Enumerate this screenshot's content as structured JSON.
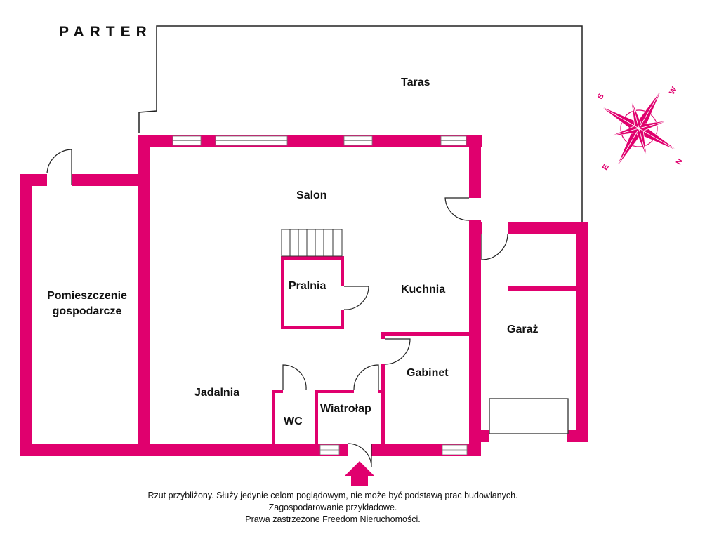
{
  "heading": "PARTER",
  "rooms": {
    "taras": "Taras",
    "salon": "Salon",
    "pralnia": "Pralnia",
    "kuchnia": "Kuchnia",
    "pomieszczenie_line1": "Pomieszczenie",
    "pomieszczenie_line2": "gospodarcze",
    "garaz": "Garaż",
    "gabinet": "Gabinet",
    "jadalnia": "Jadalnia",
    "wc": "WC",
    "wiatrolap": "Wiatrołap"
  },
  "compass": {
    "n": "N",
    "s": "S",
    "e": "E",
    "w": "W"
  },
  "disclaimer": [
    "Rzut przybliżony. Służy jedynie celom poglądowym, nie może być podstawą prac budowlanych.",
    "Zagospodarowanie przykładowe.",
    "Prawa zastrzeżone Freedom Nieruchomości."
  ],
  "colors": {
    "wall": "#e0006e",
    "line": "#222222",
    "background": "#ffffff"
  }
}
